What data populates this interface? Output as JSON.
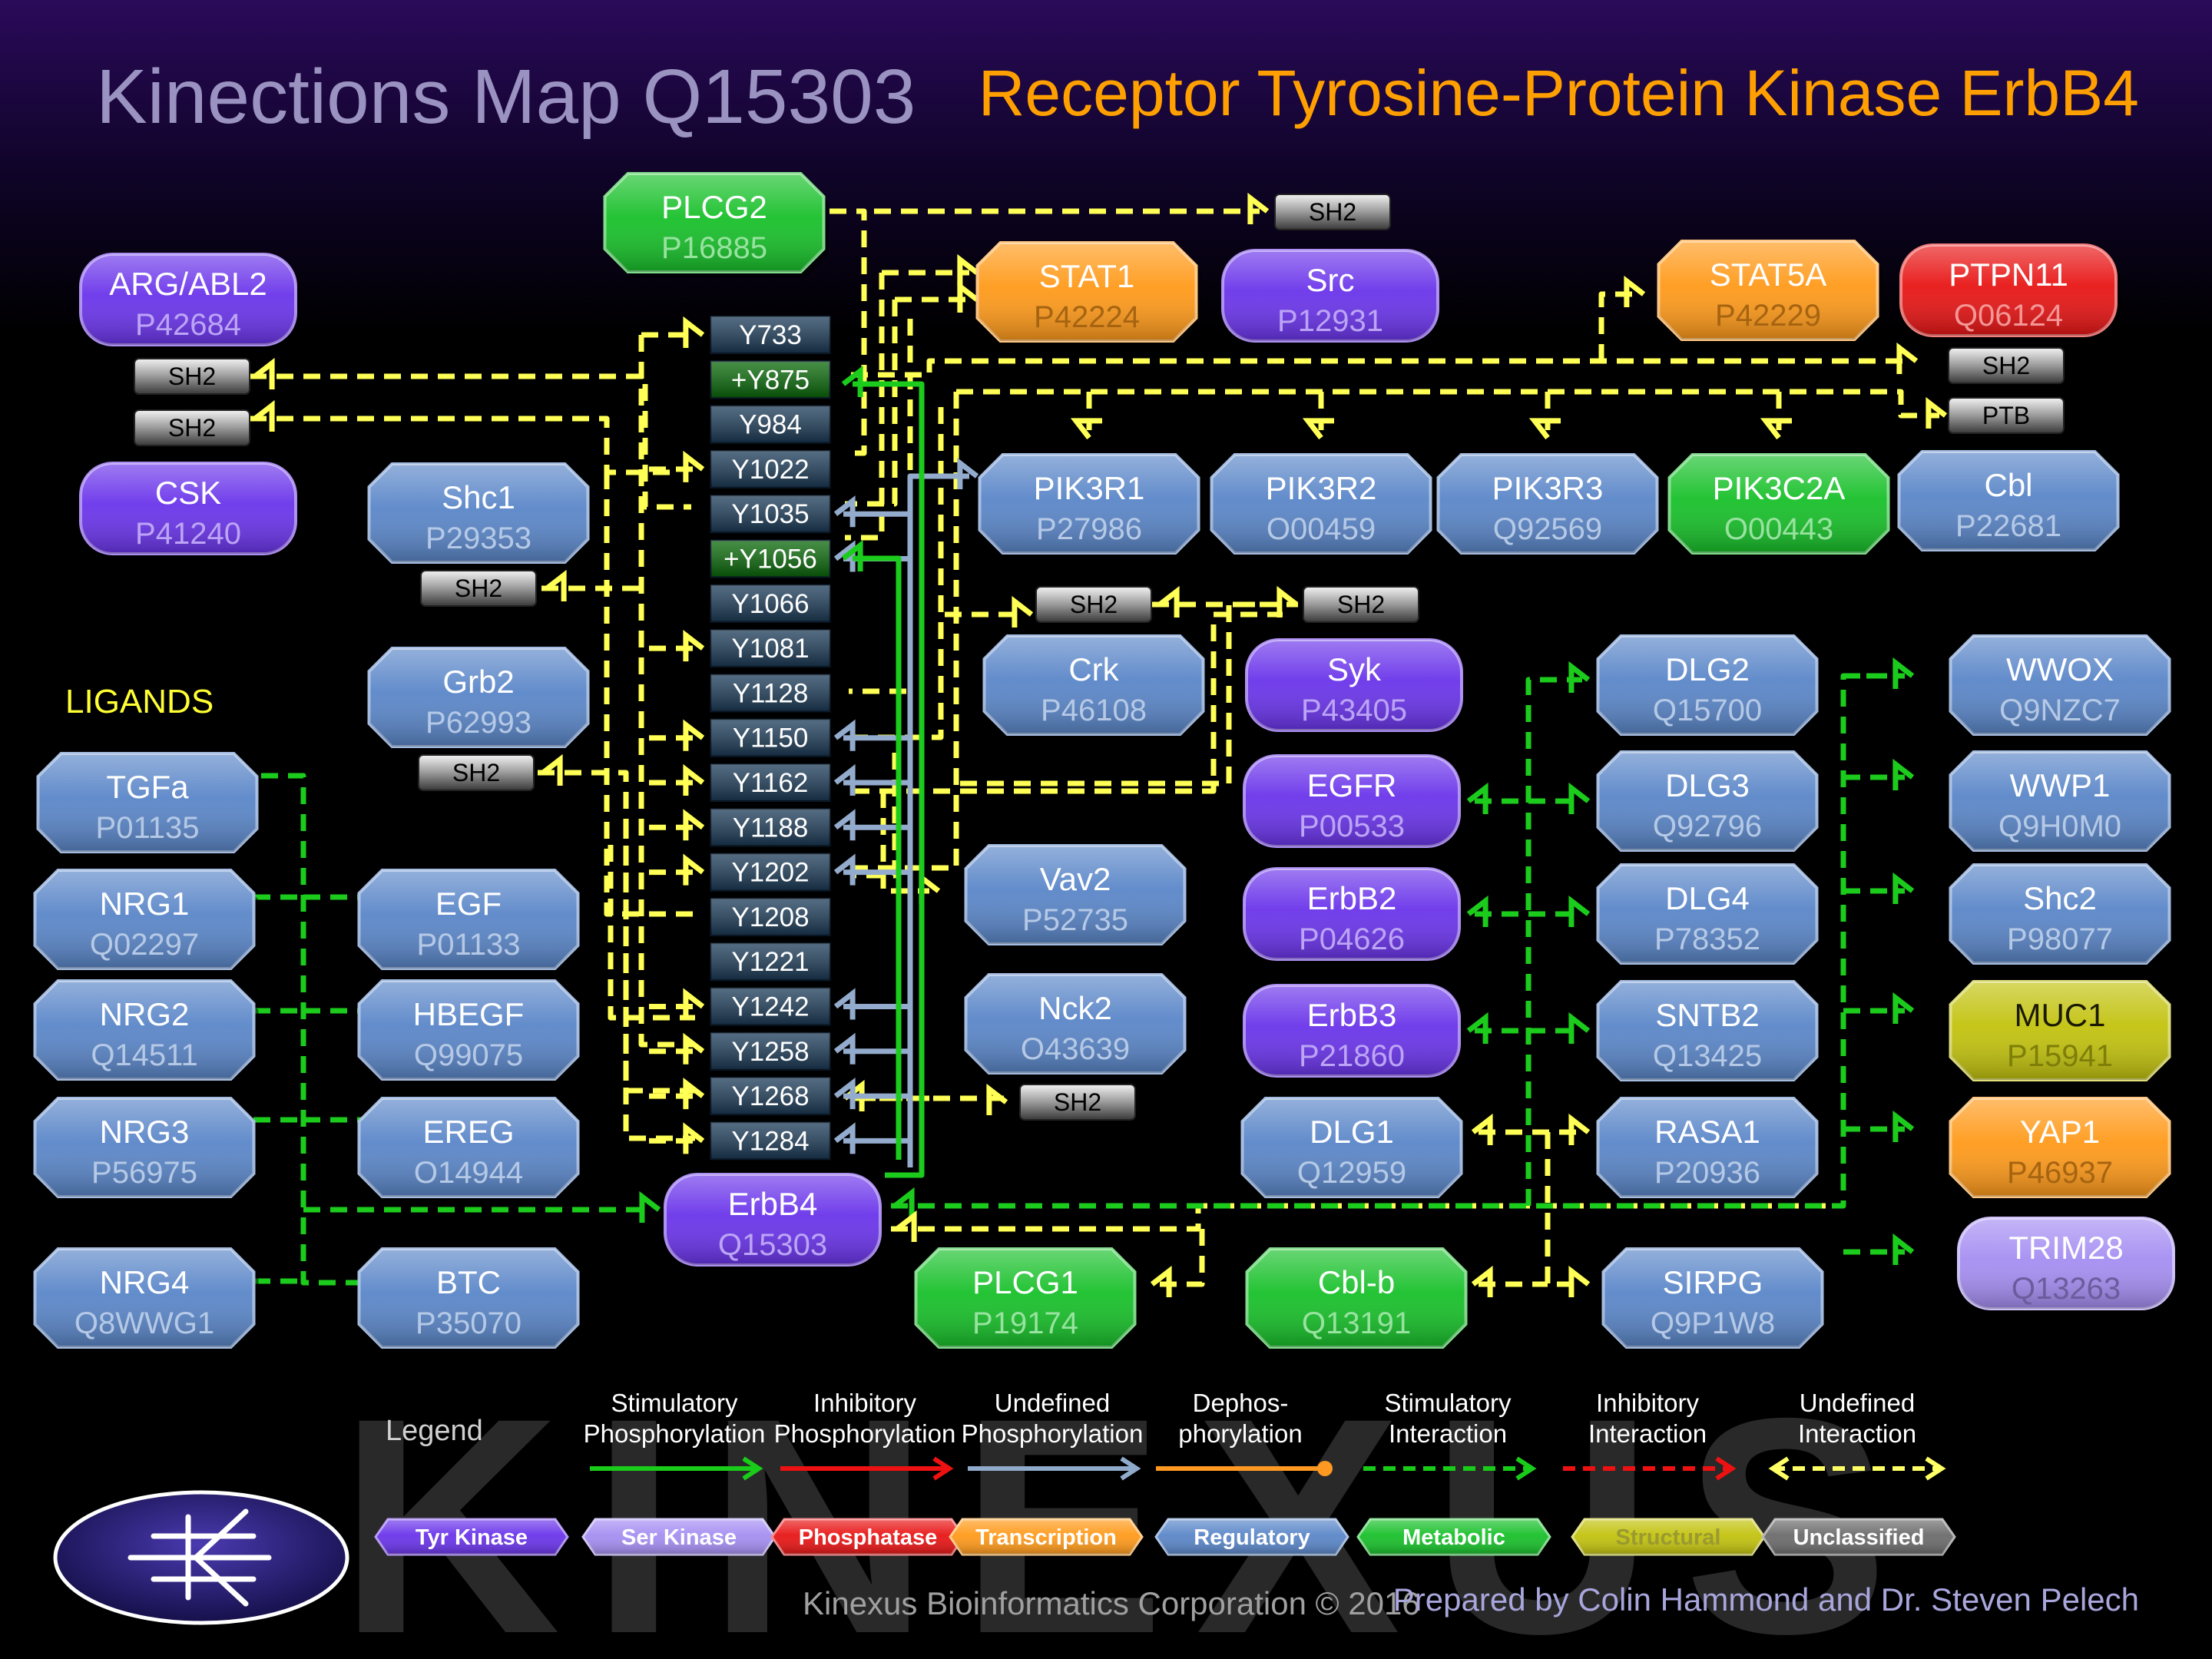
{
  "header": {
    "left_title": "Kinections Map Q15303",
    "right_title": "Receptor Tyrosine-Protein Kinase ErbB4",
    "ligands_label": "LIGANDS"
  },
  "colors": {
    "tyr_kinase": "#6a34ea",
    "ser_kinase": "#a58ef2",
    "phosphatase": "#e81515",
    "transcription": "#ff9a1a",
    "regulatory": "#5a86c8",
    "metabolic": "#18c02a",
    "structural": "#c2c20e",
    "unclassified": "#6b6b6b",
    "site_stim": "#0a6b0a",
    "site_plain": "#1d3d5a",
    "stimulatory": "#19cc19",
    "inhibitory": "#ee1111",
    "undefined_phos": "#90aacc",
    "dephos": "#ff9922",
    "undefined_int": "#ffff66"
  },
  "sites": [
    {
      "label": "Y733",
      "stim": false
    },
    {
      "label": "+Y875",
      "stim": true
    },
    {
      "label": "Y984",
      "stim": false
    },
    {
      "label": "Y1022",
      "stim": false
    },
    {
      "label": "Y1035",
      "stim": false
    },
    {
      "label": "+Y1056",
      "stim": true
    },
    {
      "label": "Y1066",
      "stim": false
    },
    {
      "label": "Y1081",
      "stim": false
    },
    {
      "label": "Y1128",
      "stim": false
    },
    {
      "label": "Y1150",
      "stim": false
    },
    {
      "label": "Y1162",
      "stim": false
    },
    {
      "label": "Y1188",
      "stim": false
    },
    {
      "label": "Y1202",
      "stim": false
    },
    {
      "label": "Y1208",
      "stim": false
    },
    {
      "label": "Y1221",
      "stim": false
    },
    {
      "label": "Y1242",
      "stim": false
    },
    {
      "label": "Y1258",
      "stim": false
    },
    {
      "label": "Y1268",
      "stim": false
    },
    {
      "label": "Y1284",
      "stim": false
    }
  ],
  "nodes": [
    {
      "id": "plcg2",
      "name": "PLCG2",
      "acc": "P16885",
      "cat": "metabolic"
    },
    {
      "id": "argabl2",
      "name": "ARG/ABL2",
      "acc": "P42684",
      "cat": "tyr_kinase"
    },
    {
      "id": "csk",
      "name": "CSK",
      "acc": "P41240",
      "cat": "tyr_kinase"
    },
    {
      "id": "shc1",
      "name": "Shc1",
      "acc": "P29353",
      "cat": "regulatory"
    },
    {
      "id": "grb2",
      "name": "Grb2",
      "acc": "P62993",
      "cat": "regulatory"
    },
    {
      "id": "stat1",
      "name": "STAT1",
      "acc": "P42224",
      "cat": "transcription"
    },
    {
      "id": "src",
      "name": "Src",
      "acc": "P12931",
      "cat": "tyr_kinase"
    },
    {
      "id": "stat5a",
      "name": "STAT5A",
      "acc": "P42229",
      "cat": "transcription"
    },
    {
      "id": "ptpn11",
      "name": "PTPN11",
      "acc": "Q06124",
      "cat": "phosphatase"
    },
    {
      "id": "pik3r1",
      "name": "PIK3R1",
      "acc": "P27986",
      "cat": "regulatory"
    },
    {
      "id": "pik3r2",
      "name": "PIK3R2",
      "acc": "O00459",
      "cat": "regulatory"
    },
    {
      "id": "pik3r3",
      "name": "PIK3R3",
      "acc": "Q92569",
      "cat": "regulatory"
    },
    {
      "id": "pik3c2a",
      "name": "PIK3C2A",
      "acc": "O00443",
      "cat": "metabolic"
    },
    {
      "id": "cbl",
      "name": "Cbl",
      "acc": "P22681",
      "cat": "regulatory"
    },
    {
      "id": "crk",
      "name": "Crk",
      "acc": "P46108",
      "cat": "regulatory"
    },
    {
      "id": "syk",
      "name": "Syk",
      "acc": "P43405",
      "cat": "tyr_kinase"
    },
    {
      "id": "egfr",
      "name": "EGFR",
      "acc": "P00533",
      "cat": "tyr_kinase"
    },
    {
      "id": "erbb2",
      "name": "ErbB2",
      "acc": "P04626",
      "cat": "tyr_kinase"
    },
    {
      "id": "erbb3",
      "name": "ErbB3",
      "acc": "P21860",
      "cat": "tyr_kinase"
    },
    {
      "id": "dlg1",
      "name": "DLG1",
      "acc": "Q12959",
      "cat": "regulatory"
    },
    {
      "id": "vav2",
      "name": "Vav2",
      "acc": "P52735",
      "cat": "regulatory"
    },
    {
      "id": "nck2",
      "name": "Nck2",
      "acc": "O43639",
      "cat": "regulatory"
    },
    {
      "id": "dlg2",
      "name": "DLG2",
      "acc": "Q15700",
      "cat": "regulatory"
    },
    {
      "id": "dlg3",
      "name": "DLG3",
      "acc": "Q92796",
      "cat": "regulatory"
    },
    {
      "id": "dlg4",
      "name": "DLG4",
      "acc": "P78352",
      "cat": "regulatory"
    },
    {
      "id": "sntb2",
      "name": "SNTB2",
      "acc": "Q13425",
      "cat": "regulatory"
    },
    {
      "id": "rasa1",
      "name": "RASA1",
      "acc": "P20936",
      "cat": "regulatory"
    },
    {
      "id": "sirpg",
      "name": "SIRPG",
      "acc": "Q9P1W8",
      "cat": "regulatory"
    },
    {
      "id": "wwox",
      "name": "WWOX",
      "acc": "Q9NZC7",
      "cat": "regulatory"
    },
    {
      "id": "wwp1",
      "name": "WWP1",
      "acc": "Q9H0M0",
      "cat": "regulatory"
    },
    {
      "id": "shc2",
      "name": "Shc2",
      "acc": "P98077",
      "cat": "regulatory"
    },
    {
      "id": "muc1",
      "name": "MUC1",
      "acc": "P15941",
      "cat": "structural"
    },
    {
      "id": "yap1",
      "name": "YAP1",
      "acc": "P46937",
      "cat": "transcription"
    },
    {
      "id": "trim28",
      "name": "TRIM28",
      "acc": "Q13263",
      "cat": "ser_kinase"
    },
    {
      "id": "erbb4",
      "name": "ErbB4",
      "acc": "Q15303",
      "cat": "tyr_kinase"
    },
    {
      "id": "plcg1",
      "name": "PLCG1",
      "acc": "P19174",
      "cat": "metabolic"
    },
    {
      "id": "cblb",
      "name": "Cbl-b",
      "acc": "Q13191",
      "cat": "metabolic"
    },
    {
      "id": "tgfa",
      "name": "TGFa",
      "acc": "P01135",
      "cat": "regulatory"
    },
    {
      "id": "nrg1",
      "name": "NRG1",
      "acc": "Q02297",
      "cat": "regulatory"
    },
    {
      "id": "nrg2",
      "name": "NRG2",
      "acc": "Q14511",
      "cat": "regulatory"
    },
    {
      "id": "nrg3",
      "name": "NRG3",
      "acc": "P56975",
      "cat": "regulatory"
    },
    {
      "id": "nrg4",
      "name": "NRG4",
      "acc": "Q8WWG1",
      "cat": "regulatory"
    },
    {
      "id": "egf",
      "name": "EGF",
      "acc": "P01133",
      "cat": "regulatory"
    },
    {
      "id": "hbegf",
      "name": "HBEGF",
      "acc": "Q99075",
      "cat": "regulatory"
    },
    {
      "id": "ereg",
      "name": "EREG",
      "acc": "O14944",
      "cat": "regulatory"
    },
    {
      "id": "btc",
      "name": "BTC",
      "acc": "P35070",
      "cat": "regulatory"
    }
  ],
  "domain_tags": [
    {
      "id": "tag-src-sh2",
      "label": "SH2"
    },
    {
      "id": "tag-abl-sh2",
      "label": "SH2"
    },
    {
      "id": "tag-csk-sh2",
      "label": "SH2"
    },
    {
      "id": "tag-shc1-sh2",
      "label": "SH2"
    },
    {
      "id": "tag-grb2-sh2",
      "label": "SH2"
    },
    {
      "id": "tag-ptpn-sh2",
      "label": "SH2"
    },
    {
      "id": "tag-cbl-ptb",
      "label": "PTB"
    },
    {
      "id": "tag-crk-sh2",
      "label": "SH2"
    },
    {
      "id": "tag-syk-sh2",
      "label": "SH2"
    },
    {
      "id": "tag-nck-sh2",
      "label": "SH2"
    }
  ],
  "legend": {
    "title": "Legend",
    "items": [
      {
        "label": "Stimulatory\nPhosphorylation",
        "style": "stimulatory"
      },
      {
        "label": "Inhibitory\nPhosphorylation",
        "style": "inhibitory"
      },
      {
        "label": "Undefined\nPhosphorylation",
        "style": "undefined_phos"
      },
      {
        "label": "Dephos-\nphorylation",
        "style": "dephos"
      },
      {
        "label": "Stimulatory\nInteraction",
        "style": "stim_int"
      },
      {
        "label": "Inhibitory\nInteraction",
        "style": "inhib_int"
      },
      {
        "label": "Undefined\nInteraction",
        "style": "undef_int"
      }
    ],
    "categories": [
      {
        "label": "Tyr Kinase",
        "cat": "tyr_kinase"
      },
      {
        "label": "Ser Kinase",
        "cat": "ser_kinase"
      },
      {
        "label": "Phosphatase",
        "cat": "phosphatase"
      },
      {
        "label": "Transcription",
        "cat": "transcription"
      },
      {
        "label": "Regulatory",
        "cat": "regulatory"
      },
      {
        "label": "Metabolic",
        "cat": "metabolic"
      },
      {
        "label": "Structural",
        "cat": "structural"
      },
      {
        "label": "Unclassified",
        "cat": "unclassified"
      }
    ]
  },
  "footer": {
    "copyright": "Kinexus Bioinformatics Corporation © 2016",
    "prepared": "Prepared by Colin Hammond and Dr. Steven Pelech",
    "watermark": "KINEXUS"
  }
}
